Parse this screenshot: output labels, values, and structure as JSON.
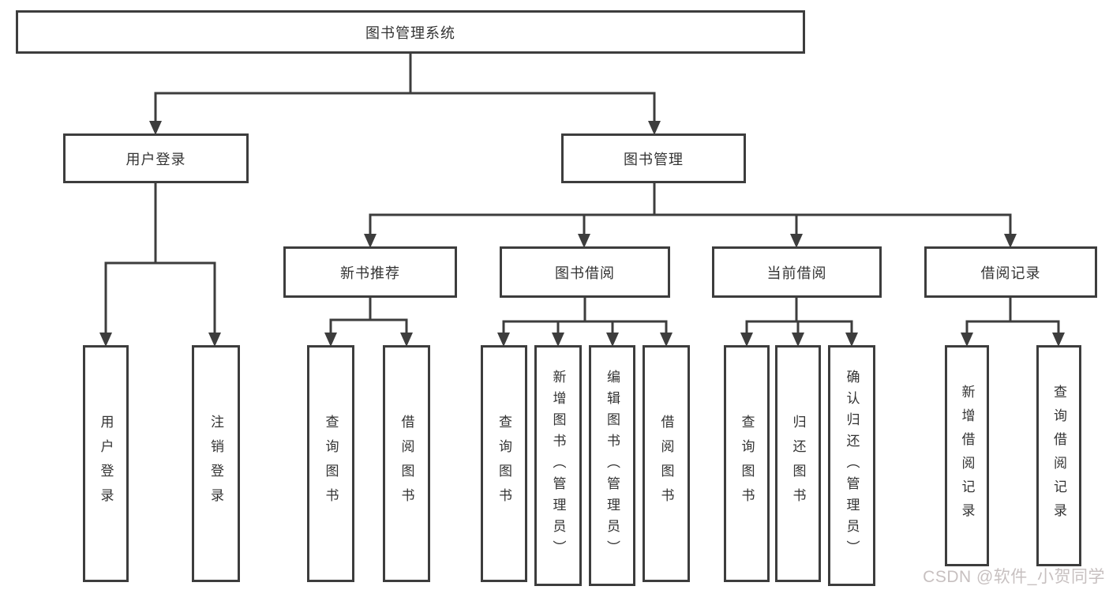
{
  "tree": {
    "root": {
      "label": "图书管理系统"
    },
    "user_login": {
      "label": "用户登录",
      "children": [
        {
          "label": "用户登录"
        },
        {
          "label": "注销登录"
        }
      ]
    },
    "book_management": {
      "label": "图书管理",
      "children": [
        {
          "label": "新书推荐",
          "children": [
            {
              "label": "查询图书"
            },
            {
              "label": "借阅图书"
            }
          ]
        },
        {
          "label": "图书借阅",
          "children": [
            {
              "label": "查询图书"
            },
            {
              "label": "新增图书（管理员）"
            },
            {
              "label": "编辑图书（管理员）"
            },
            {
              "label": "借阅图书"
            }
          ]
        },
        {
          "label": "当前借阅",
          "children": [
            {
              "label": "查询图书"
            },
            {
              "label": "归还图书"
            },
            {
              "label": "确认归还（管理员）"
            }
          ]
        },
        {
          "label": "借阅记录",
          "children": [
            {
              "label": "新增借阅记录"
            },
            {
              "label": "查询借阅记录"
            }
          ]
        }
      ]
    }
  },
  "watermark": {
    "text": "CSDN @软件_小贺同学"
  },
  "colors": {
    "line": "#3d3d3d",
    "text": "#333333",
    "background": "#ffffff",
    "watermark": "#c7c0c0"
  }
}
